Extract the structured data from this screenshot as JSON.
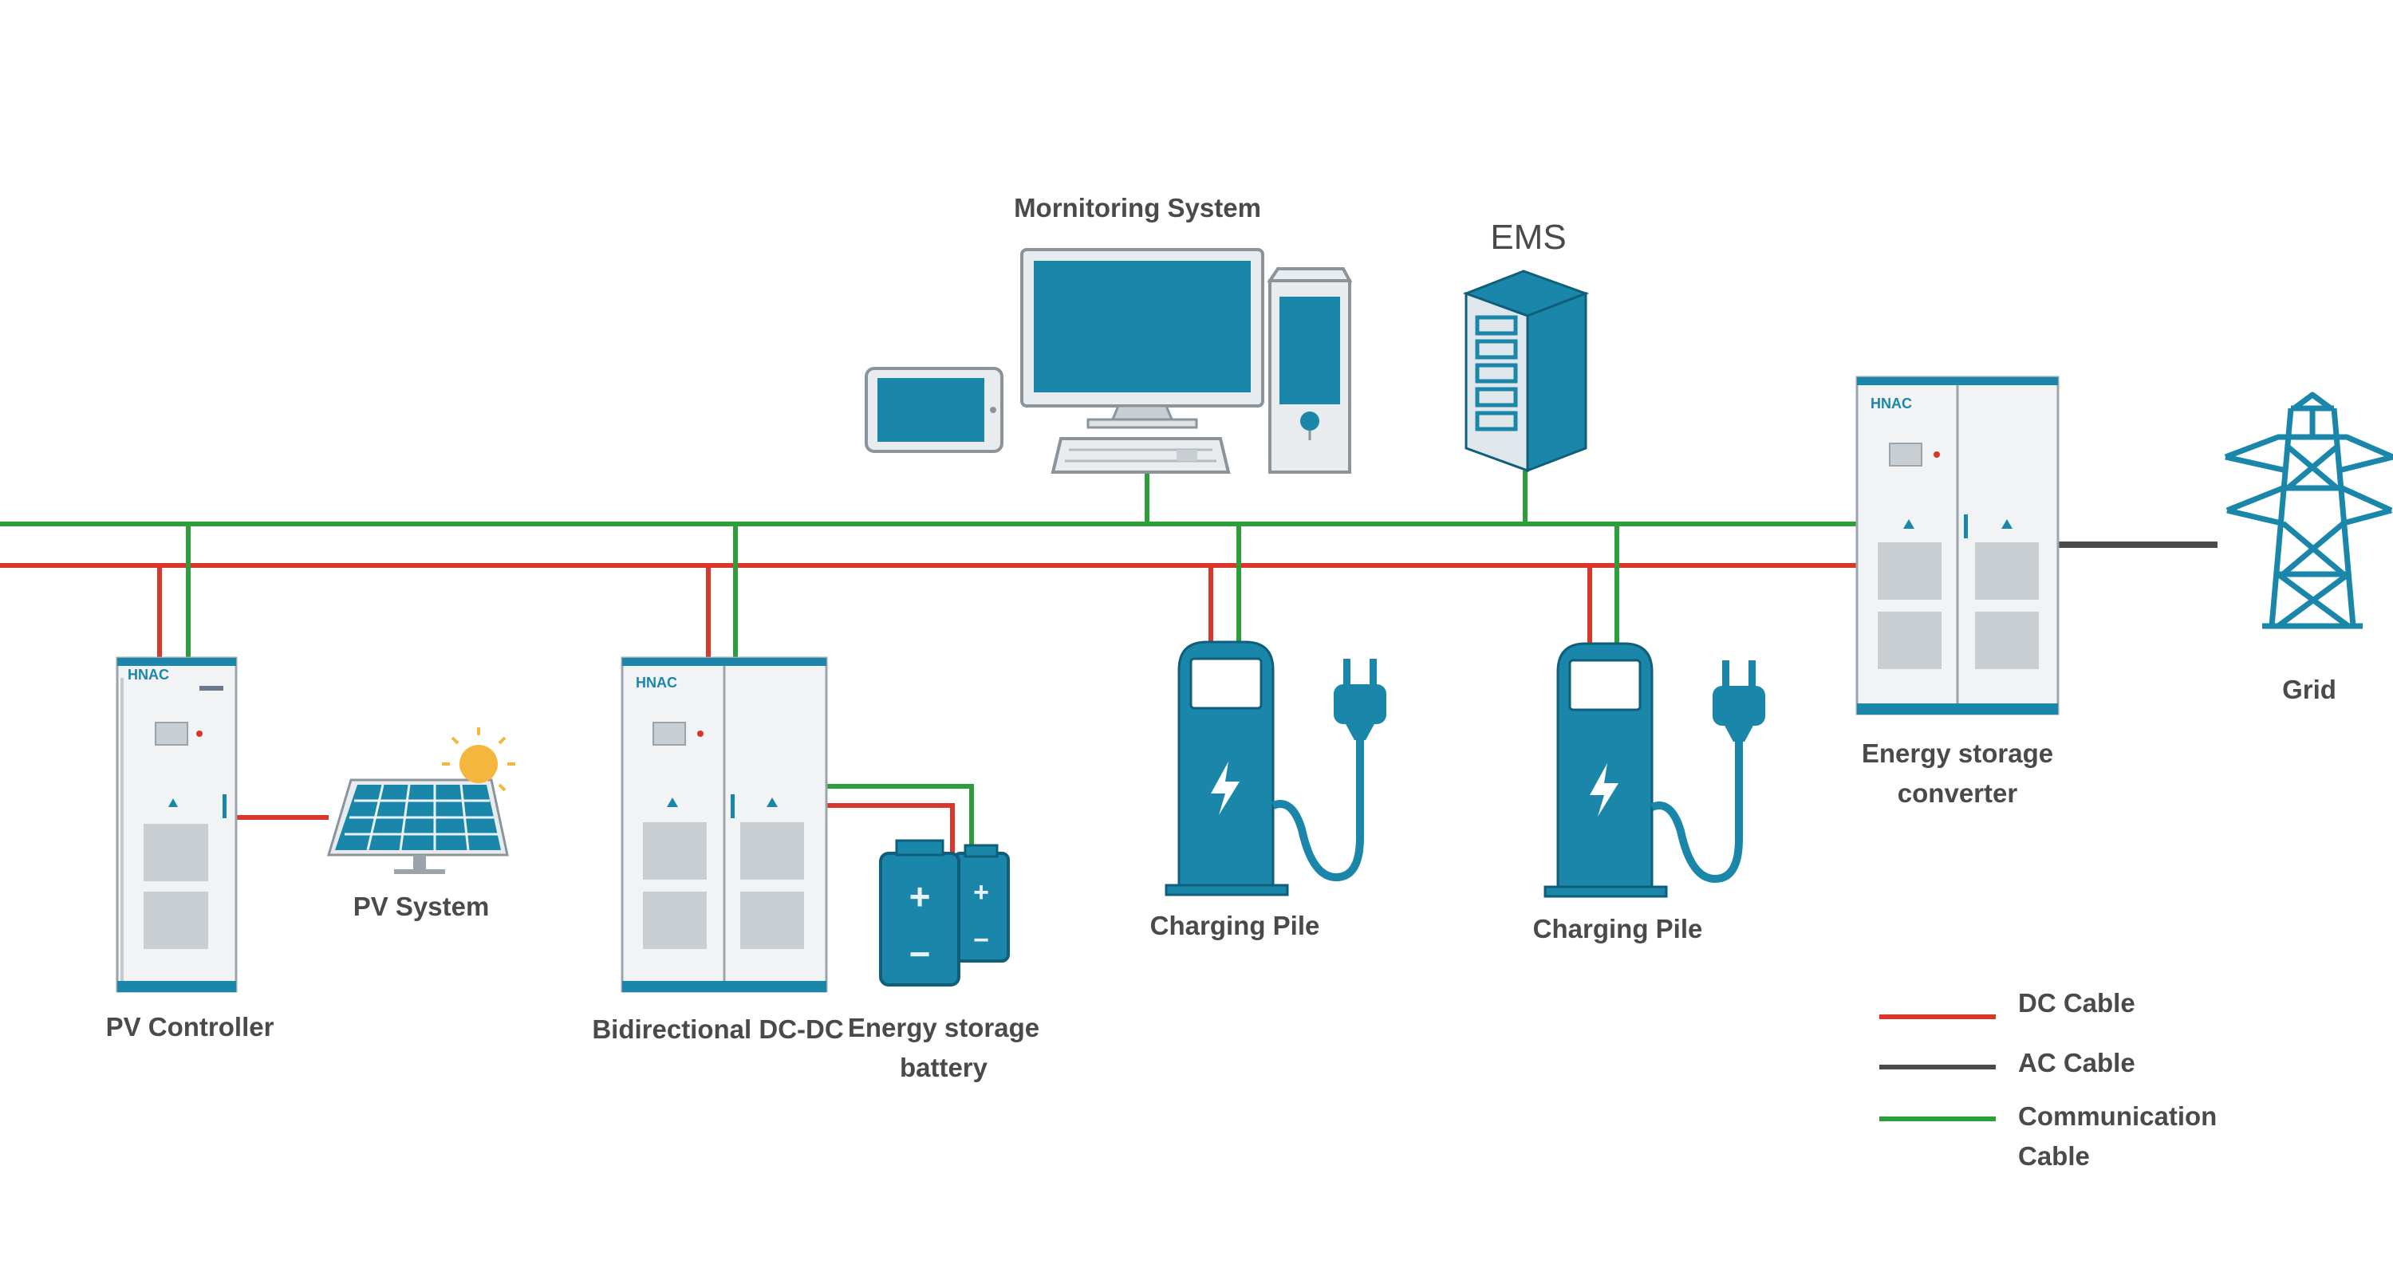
{
  "labels": {
    "monitoring": "Mornitoring System",
    "ems": "EMS",
    "pv_controller": "PV Controller",
    "pv_system": "PV System",
    "bidirectional": "Bidirectional DC-DC",
    "battery_line1": "Energy storage",
    "battery_line2": "battery",
    "charging_pile_1": "Charging Pile",
    "charging_pile_2": "Charging Pile",
    "converter_line1": "Energy storage",
    "converter_line2": "converter",
    "grid": "Grid"
  },
  "cabinet_brand": "HNAC",
  "legend": [
    {
      "label_line1": "DC Cable",
      "label_line2": "",
      "color": "#d9372a"
    },
    {
      "label_line1": "AC Cable",
      "label_line2": "",
      "color": "#4a4a4a"
    },
    {
      "label_line1": "Communication",
      "label_line2": "Cable",
      "color": "#2e9e3a"
    }
  ],
  "colors": {
    "dc": "#d9372a",
    "ac": "#4a4a4a",
    "comm": "#2e9e3a",
    "equipment_blue": "#1a86aa",
    "cabinet_body": "#f1f3f5",
    "cabinet_outline": "#9aa4ad"
  },
  "icons": [
    "monitor-icon",
    "tablet-icon",
    "computer-tower-icon",
    "keyboard-icon",
    "server-rack-icon",
    "solar-panel-icon",
    "sun-icon",
    "battery-icon",
    "ev-charger-icon",
    "plug-icon",
    "transmission-tower-icon",
    "lightning-icon"
  ]
}
